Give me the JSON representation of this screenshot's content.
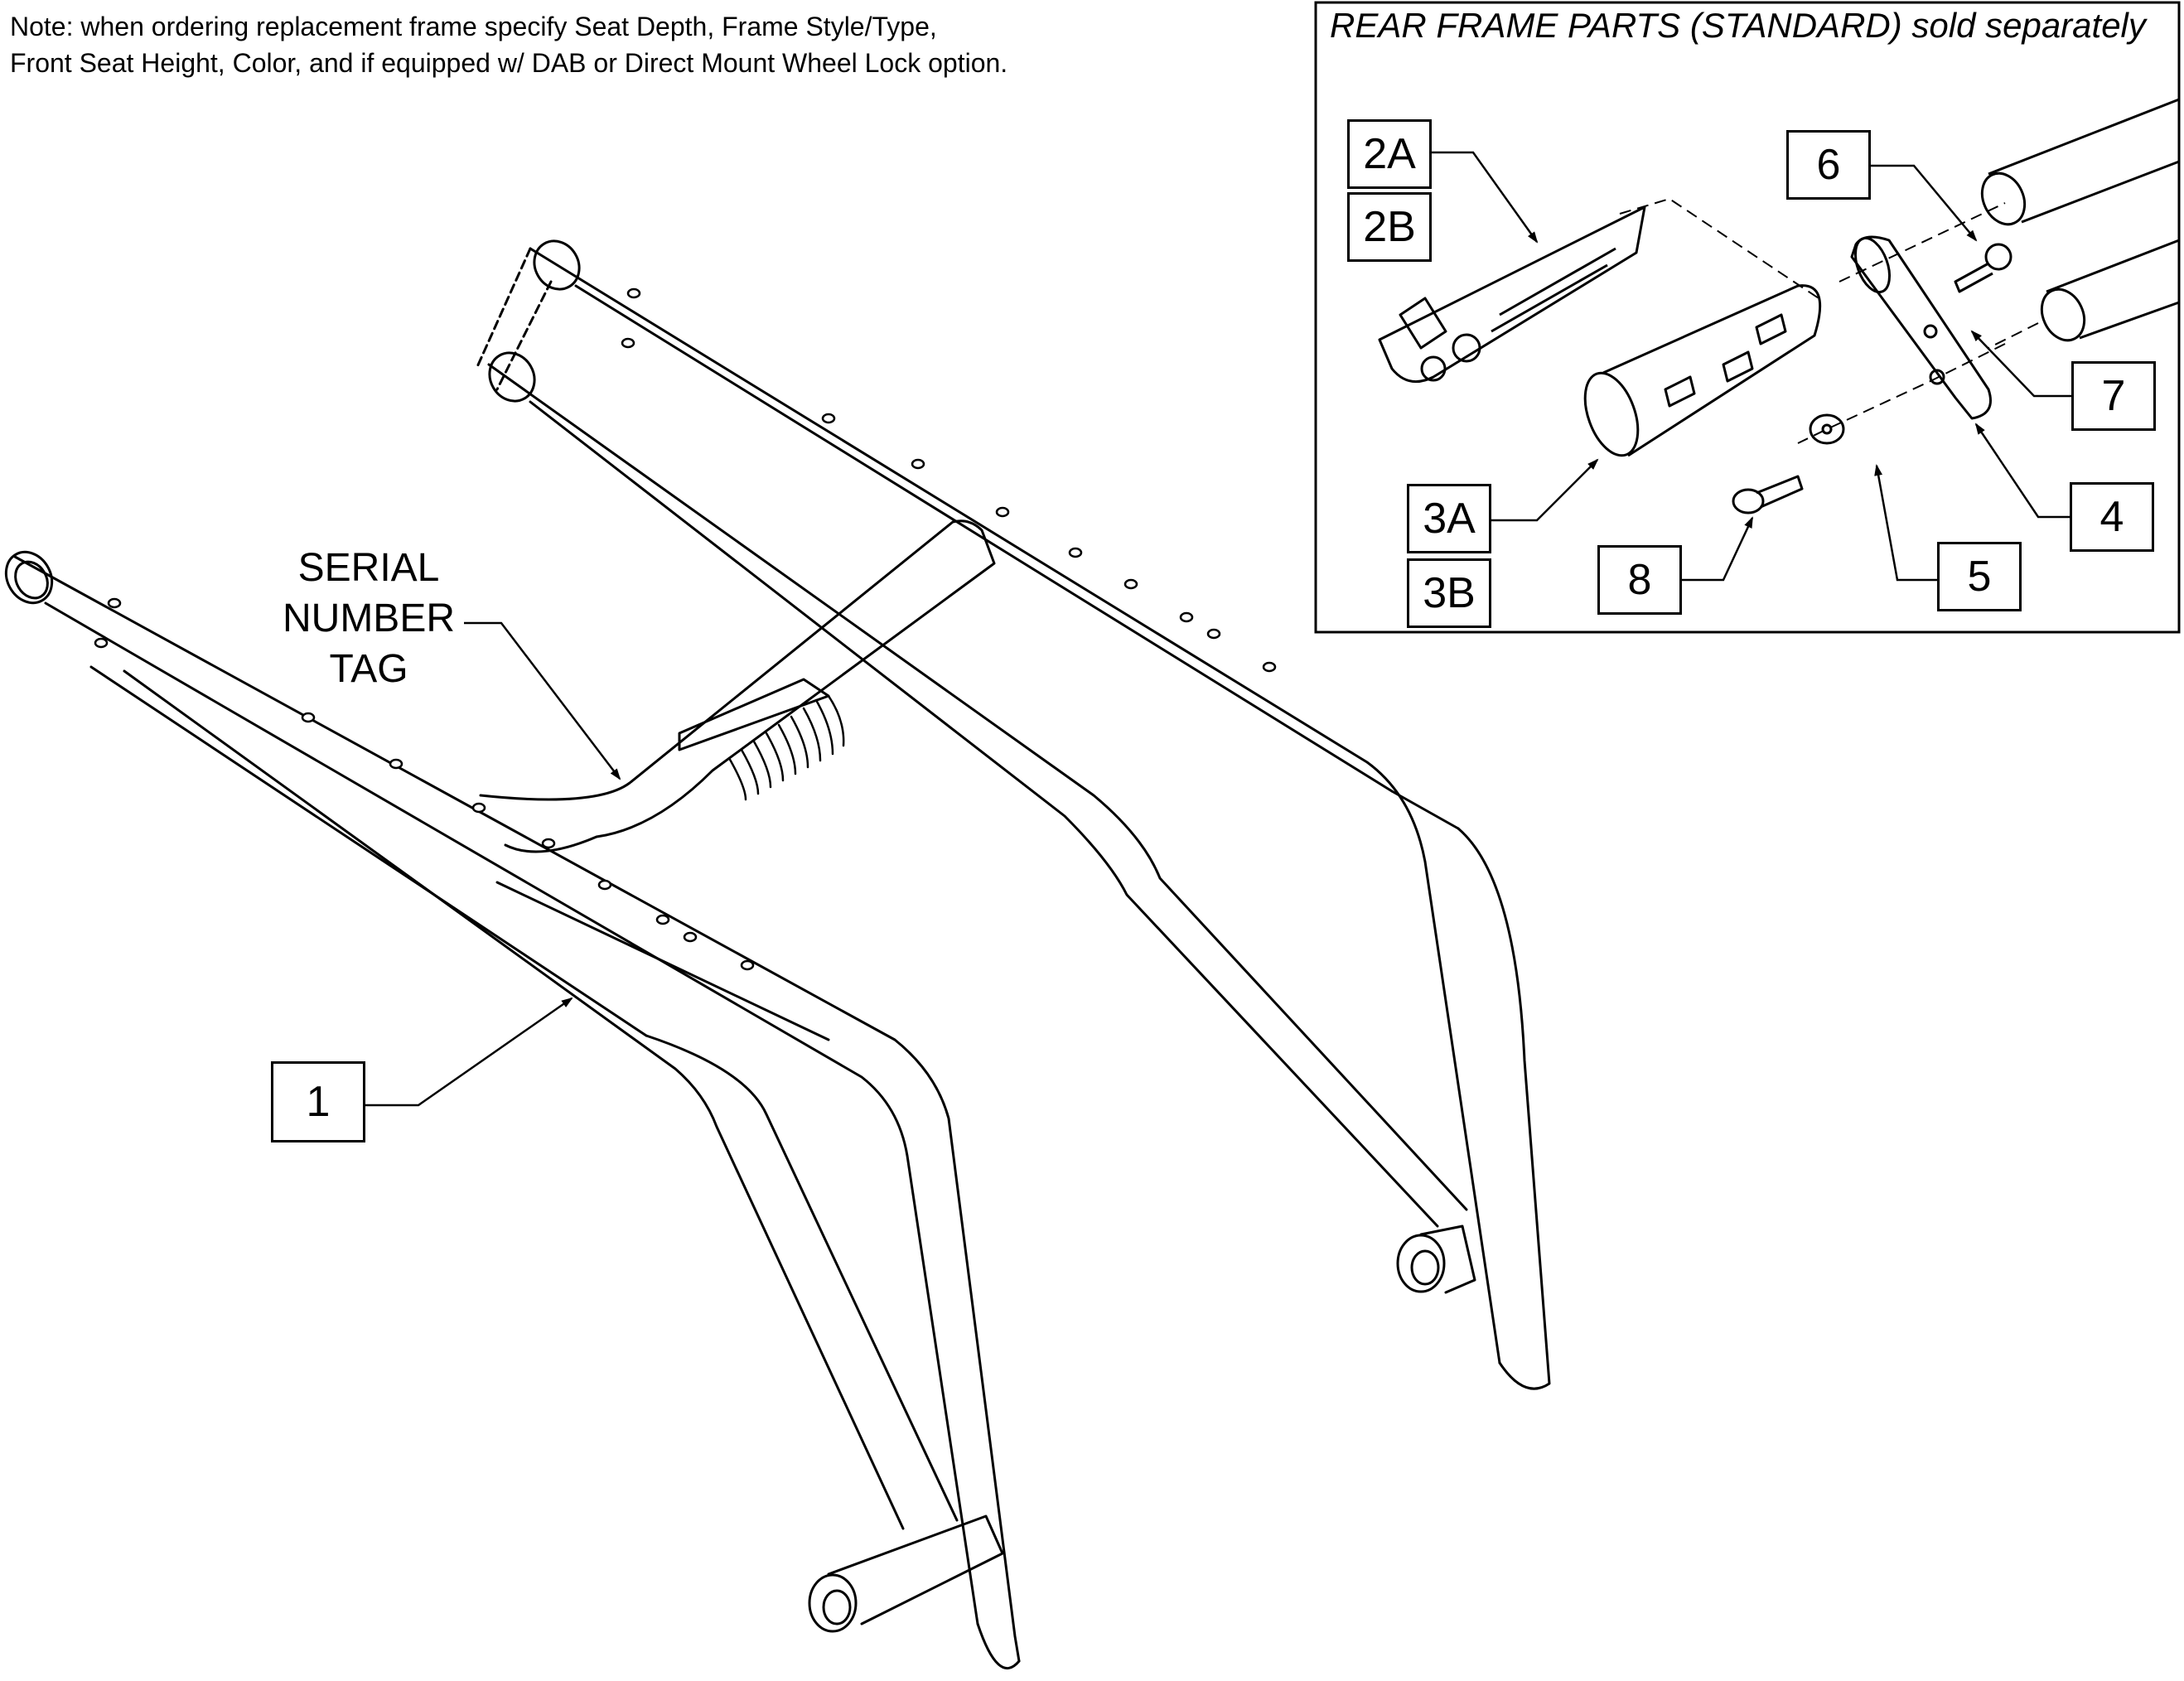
{
  "note": {
    "line1": "Note: when ordering replacement frame specify Seat Depth, Frame Style/Type,",
    "line2": "Front Seat Height, Color, and if equipped w/ DAB or Direct Mount Wheel Lock option."
  },
  "detail_panel": {
    "title": "REAR FRAME PARTS (STANDARD) sold separately"
  },
  "callouts": {
    "c1": "1",
    "c2a": "2A",
    "c2b": "2B",
    "c3a": "3A",
    "c3b": "3B",
    "c4": "4",
    "c5": "5",
    "c6": "6",
    "c7": "7",
    "c8": "8"
  },
  "serial_tag": {
    "line1": "SERIAL",
    "line2": "NUMBER",
    "line3": "TAG"
  },
  "colors": {
    "line": "#000000",
    "background": "#ffffff"
  }
}
